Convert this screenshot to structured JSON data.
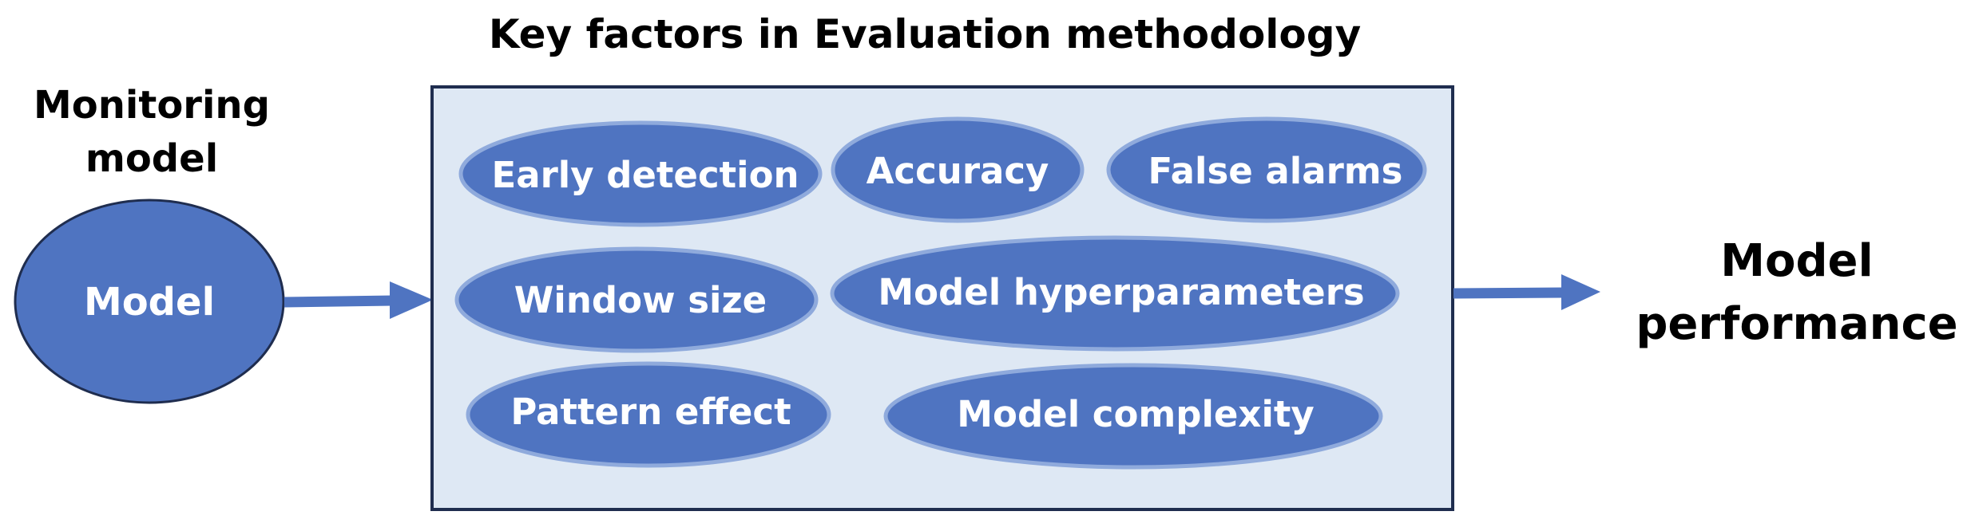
{
  "title": "Key factors in Evaluation methodology",
  "input": {
    "heading_line1": "Monitoring",
    "heading_line2": "model",
    "node_label": "Model"
  },
  "factors": {
    "early_detection": "Early detection",
    "accuracy": "Accuracy",
    "false_alarms": "False alarms",
    "window_size": "Window size",
    "model_hyperparameters": "Model hyperparameters",
    "pattern_effect": "Pattern effect",
    "model_complexity": "Model complexity"
  },
  "output": {
    "line1": "Model",
    "line2": "performance"
  },
  "colors": {
    "ellipse_fill": "#4F74C1",
    "ellipse_stroke": "#8FAADC",
    "model_node_stroke": "#1F2D4F",
    "box_fill": "#DEE8F4",
    "box_stroke": "#1F2D4F",
    "arrow": "#4F74C1",
    "heading_text": "#000000",
    "label_text": "#FFFFFF"
  }
}
